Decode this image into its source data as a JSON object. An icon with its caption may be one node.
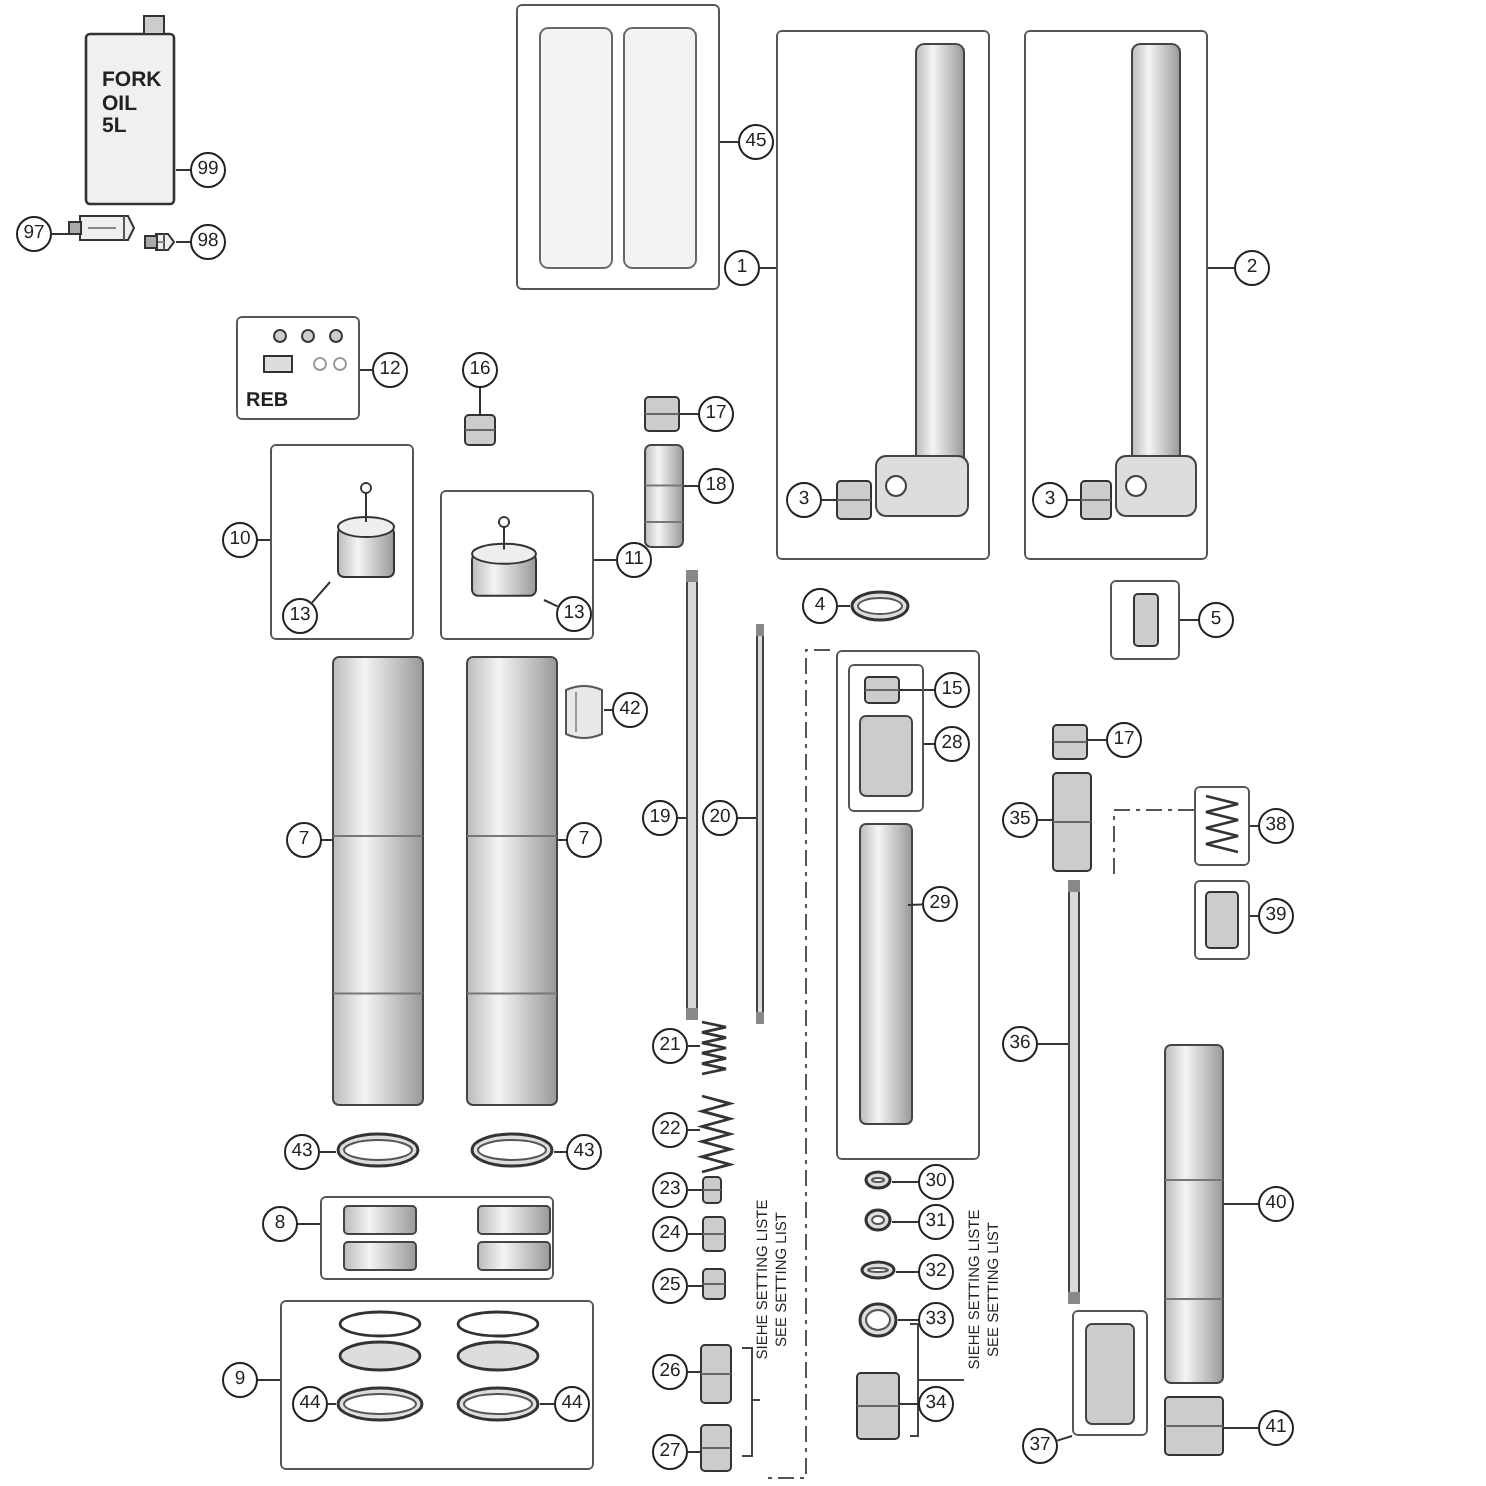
{
  "diagram": {
    "nodes": [
      {
        "text": [
          "99"
        ]
      },
      {
        "text": [
          "FORK OIL 5L"
        ]
      },
      {
        "text": [
          "97"
        ]
      },
      {
        "text": [],
        "shape": "picture"
      },
      {
        "text": [
          "98"
        ]
      },
      {
        "text": [],
        "shape": "picture"
      },
      {
        "text": [
          "REB"
        ]
      },
      {
        "text": [
          "12"
        ]
      },
      {
        "text": [
          "16"
        ]
      },
      {
        "text": [],
        "shape": "picture"
      },
      {
        "text": [],
        "shape": "box"
      },
      {
        "text": [
          "10"
        ]
      },
      {
        "text": [
          "13"
        ],
        "in": 10
      },
      {
        "text": [],
        "shape": "picture",
        "in": 10
      },
      {
        "text": [],
        "shape": "box"
      },
      {
        "text": [
          "11"
        ]
      },
      {
        "text": [
          "13"
        ],
        "in": 14
      },
      {
        "text": [],
        "shape": "picture",
        "in": 14
      },
      {
        "text": [
          "42"
        ]
      },
      {
        "text": [],
        "shape": "box"
      },
      {
        "text": [],
        "shape": "picture"
      },
      {
        "text": [
          "7"
        ]
      },
      {
        "text": [],
        "shape": "picture"
      },
      {
        "text": [
          "7"
        ]
      },
      {
        "text": [
          "43"
        ]
      },
      {
        "text": [],
        "shape": "picture"
      },
      {
        "text": [
          "43"
        ]
      },
      {
        "text": [],
        "shape": "picture"
      },
      {
        "text": [],
        "shape": "box"
      },
      {
        "text": [
          "8"
        ]
      },
      {
        "text": [],
        "shape": "box"
      },
      {
        "text": [
          "9"
        ]
      },
      {
        "text": [
          "44"
        ],
        "in": 30
      },
      {
        "text": [],
        "shape": "picture",
        "in": 30
      },
      {
        "text": [
          "44"
        ],
        "in": 30
      },
      {
        "text": [],
        "shape": "picture",
        "in": 30
      },
      {
        "text": [],
        "shape": "box"
      },
      {
        "text": [
          "45"
        ]
      },
      {
        "text": [],
        "shape": "box"
      },
      {
        "text": [
          "1"
        ]
      },
      {
        "text": [
          "3"
        ],
        "in": 38
      },
      {
        "text": [],
        "shape": "picture",
        "in": 38
      },
      {
        "text": [],
        "shape": "box"
      },
      {
        "text": [
          "2"
        ]
      },
      {
        "text": [
          "3"
        ],
        "in": 42
      },
      {
        "text": [],
        "shape": "picture",
        "in": 42
      },
      {
        "text": [
          "4"
        ]
      },
      {
        "text": [],
        "shape": "picture"
      },
      {
        "text": [],
        "shape": "box"
      },
      {
        "text": [
          "5"
        ]
      },
      {
        "text": [
          "17"
        ]
      },
      {
        "text": [],
        "shape": "picture"
      },
      {
        "text": [
          "18"
        ]
      },
      {
        "text": [],
        "shape": "picture"
      },
      {
        "text": [
          "19"
        ]
      },
      {
        "text": [],
        "shape": "bar"
      },
      {
        "text": [
          "20"
        ]
      },
      {
        "text": [],
        "shape": "bar"
      },
      {
        "text": [
          "21"
        ]
      },
      {
        "text": [],
        "shape": "picture"
      },
      {
        "text": [
          "22"
        ]
      },
      {
        "text": [],
        "shape": "picture"
      },
      {
        "text": [
          "23"
        ]
      },
      {
        "text": [],
        "shape": "picture"
      },
      {
        "text": [
          "24"
        ]
      },
      {
        "text": [],
        "shape": "picture"
      },
      {
        "text": [
          "25"
        ]
      },
      {
        "text": [],
        "shape": "picture"
      },
      {
        "text": [
          "26"
        ]
      },
      {
        "text": [],
        "shape": "picture"
      },
      {
        "text": [
          "27"
        ]
      },
      {
        "text": [],
        "shape": "picture"
      },
      {
        "text": [],
        "shape": "box"
      },
      {
        "text": [
          "29"
        ],
        "in": 72
      },
      {
        "text": [],
        "shape": "box",
        "in": 72
      },
      {
        "text": [
          "28"
        ],
        "in": 72
      },
      {
        "text": [
          "15"
        ],
        "in": 72
      },
      {
        "text": [],
        "shape": "picture",
        "in": 74
      },
      {
        "text": [
          "30"
        ]
      },
      {
        "text": [],
        "shape": "picture"
      },
      {
        "text": [
          "31"
        ]
      },
      {
        "text": [],
        "shape": "picture"
      },
      {
        "text": [
          "32"
        ]
      },
      {
        "text": [],
        "shape": "picture"
      },
      {
        "text": [
          "33"
        ]
      },
      {
        "text": [],
        "shape": "picture"
      },
      {
        "text": [
          "34"
        ]
      },
      {
        "text": [],
        "shape": "picture"
      },
      {
        "text": [
          "17"
        ]
      },
      {
        "text": [],
        "shape": "picture"
      },
      {
        "text": [
          "35"
        ]
      },
      {
        "text": [],
        "shape": "picture"
      },
      {
        "text": [
          "36"
        ]
      },
      {
        "text": [],
        "shape": "bar"
      },
      {
        "text": [],
        "shape": "box"
      },
      {
        "text": [
          "37"
        ]
      },
      {
        "text": [],
        "shape": "box"
      },
      {
        "text": [
          "38"
        ]
      },
      {
        "text": [],
        "shape": "box"
      },
      {
        "text": [
          "39"
        ]
      },
      {
        "text": [
          "40"
        ]
      },
      {
        "text": [],
        "shape": "picture"
      },
      {
        "text": [
          "41"
        ]
      },
      {
        "text": [],
        "shape": "picture"
      }
    ],
    "edges": [
      {
        "from": 0,
        "to": 1,
        "arrow": "none"
      },
      {
        "from": 2,
        "to": 3,
        "arrow": "none"
      },
      {
        "from": 4,
        "to": 5,
        "arrow": "none"
      },
      {
        "from": 7,
        "to": 6,
        "arrow": "none"
      },
      {
        "from": 8,
        "to": 9,
        "arrow": "none"
      },
      {
        "from": 11,
        "to": 10,
        "arrow": "none"
      },
      {
        "from": 12,
        "to": 13,
        "arrow": "none"
      },
      {
        "from": 15,
        "to": 14,
        "arrow": "none"
      },
      {
        "from": 16,
        "to": 17,
        "arrow": "none"
      },
      {
        "from": 18,
        "to": 19,
        "arrow": "none"
      },
      {
        "from": 21,
        "to": 20,
        "arrow": "none"
      },
      {
        "from": 23,
        "to": 22,
        "arrow": "none"
      },
      {
        "from": 24,
        "to": 25,
        "arrow": "none"
      },
      {
        "from": 26,
        "to": 27,
        "arrow": "none"
      },
      {
        "from": 29,
        "to": 28,
        "arrow": "none"
      },
      {
        "from": 31,
        "to": 30,
        "arrow": "none"
      },
      {
        "from": 32,
        "to": 33,
        "arrow": "none"
      },
      {
        "from": 34,
        "to": 35,
        "arrow": "none"
      },
      {
        "from": 37,
        "to": 36,
        "arrow": "none"
      },
      {
        "from": 39,
        "to": 38,
        "arrow": "none"
      },
      {
        "from": 40,
        "to": 41,
        "arrow": "none"
      },
      {
        "from": 43,
        "to": 42,
        "arrow": "none"
      },
      {
        "from": 44,
        "to": 45,
        "arrow": "none"
      },
      {
        "from": 46,
        "to": 47,
        "arrow": "none"
      },
      {
        "from": 49,
        "to": 48,
        "arrow": "none"
      },
      {
        "from": 50,
        "to": 51,
        "arrow": "none"
      },
      {
        "from": 52,
        "to": 53,
        "arrow": "none"
      },
      {
        "from": 54,
        "to": 55,
        "arrow": "none"
      },
      {
        "from": 56,
        "to": 57,
        "arrow": "none"
      },
      {
        "from": 58,
        "to": 59,
        "arrow": "none"
      },
      {
        "from": 60,
        "to": 61,
        "arrow": "none"
      },
      {
        "from": 62,
        "to": 63,
        "arrow": "none"
      },
      {
        "from": 64,
        "to": 65,
        "arrow": "none"
      },
      {
        "from": 66,
        "to": 67,
        "arrow": "none"
      },
      {
        "from": 68,
        "to": 69,
        "arrow": "none"
      },
      {
        "from": 70,
        "to": 71,
        "arrow": "none"
      },
      {
        "from": 73,
        "to": 72,
        "arrow": "none"
      },
      {
        "from": 75,
        "to": 74,
        "arrow": "none"
      },
      {
        "from": 76,
        "to": 77,
        "arrow": "none"
      },
      {
        "from": 78,
        "to": 79,
        "arrow": "none"
      },
      {
        "from": 80,
        "to": 81,
        "arrow": "none"
      },
      {
        "from": 82,
        "to": 83,
        "arrow": "none"
      },
      {
        "from": 84,
        "to": 85,
        "arrow": "none"
      },
      {
        "from": 86,
        "to": 87,
        "arrow": "none"
      },
      {
        "from": 88,
        "to": 89,
        "arrow": "none"
      },
      {
        "from": 90,
        "to": 91,
        "arrow": "none"
      },
      {
        "from": 92,
        "to": 93,
        "arrow": "none"
      },
      {
        "from": 95,
        "to": 94,
        "arrow": "none"
      },
      {
        "from": 97,
        "to": 96,
        "arrow": "none"
      },
      {
        "from": 99,
        "to": 98,
        "arrow": "none"
      },
      {
        "from": 100,
        "to": 101,
        "arrow": "none"
      },
      {
        "from": 102,
        "to": 103,
        "arrow": "none"
      }
    ],
    "labels": [
      "SIEHE SETTING LISTE",
      "SEE SETTING LIST",
      "SIEHE SETTING LISTE",
      "SEE SETTING LIST"
    ]
  }
}
